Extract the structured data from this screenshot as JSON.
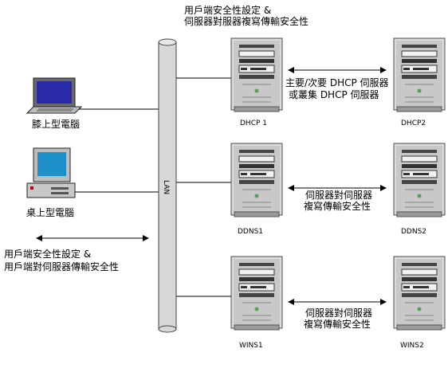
{
  "lan_label": "LAN",
  "lan_security_note": {
    "line1": "用戶端安全性設定 &",
    "line2": "伺服器對服器複寫傳輸安全性"
  },
  "client_security_note": {
    "line1": "用戶端安全性設定 &",
    "line2": "用戶端對伺服器傳輸安全性"
  },
  "clients": {
    "laptop": "膝上型電腦",
    "desktop": "桌上型電腦"
  },
  "servers": {
    "dhcp1": "DHCP 1",
    "dhcp2": "DHCP2",
    "ddns1": "DDNS1",
    "ddns2": "DDNS2",
    "wins1": "WINS1",
    "wins2": "WINS2"
  },
  "links": {
    "dhcp": {
      "line1": "主要/次要 DHCP 伺服器",
      "line2": "或叢集 DHCP 伺服器"
    },
    "ddns": {
      "line1": "伺服器對伺服器",
      "line2": "複寫傳輸安全性"
    },
    "wins": {
      "line1": "伺服器對伺服器",
      "line2": "複寫傳輸安全性"
    }
  },
  "colors": {
    "server_body": "#c8c8c8",
    "laptop_screen": "#2a2aa8",
    "desktop_screen": "#1e90c8",
    "lan_pipe": "#d8d8d8"
  }
}
